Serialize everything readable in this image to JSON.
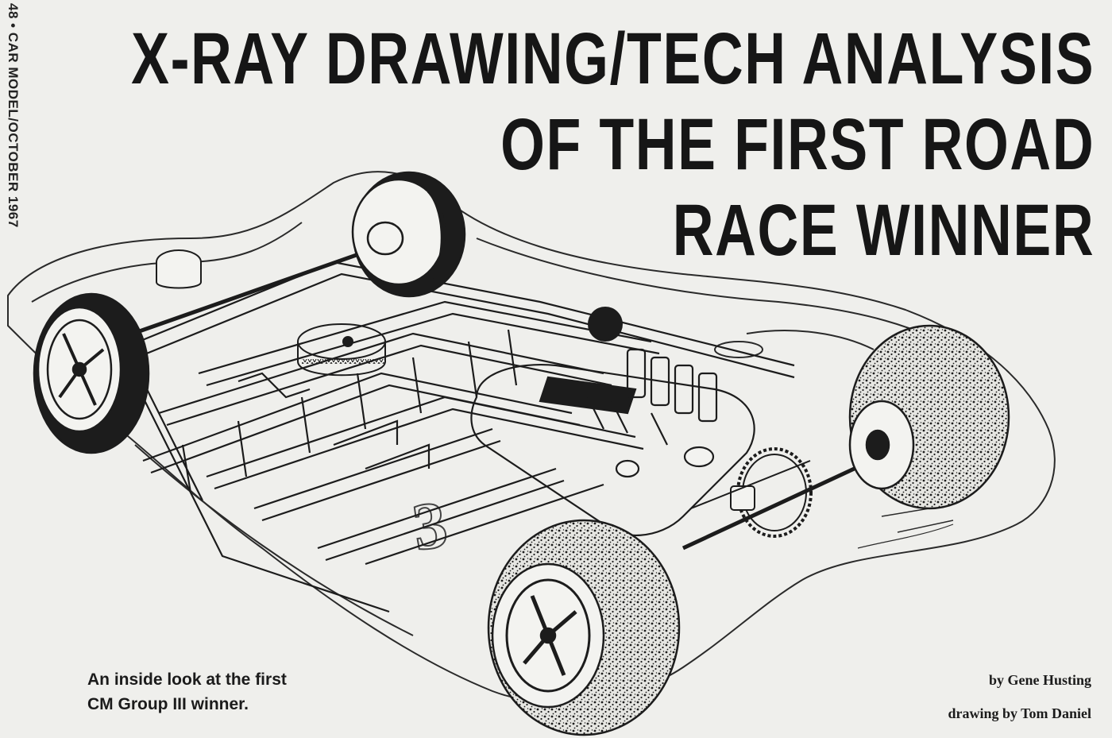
{
  "page_marker": "48 • CAR MODEL/OCTOBER 1967",
  "headline": {
    "lines": [
      "X-RAY DRAWING/TECH ANALYSIS",
      "OF THE FIRST ROAD",
      "RACE WINNER"
    ]
  },
  "deck": {
    "lines": [
      "An inside look at the first",
      "CM Group III winner."
    ]
  },
  "byline": {
    "author": "by Gene Husting",
    "drawing_credit": "drawing by Tom Daniel"
  },
  "illustration": {
    "subject": "x-ray cutaway of slot car chassis and body",
    "body_number": "3",
    "ink_color": "#1c1c1c",
    "paper_color": "#efefec"
  }
}
